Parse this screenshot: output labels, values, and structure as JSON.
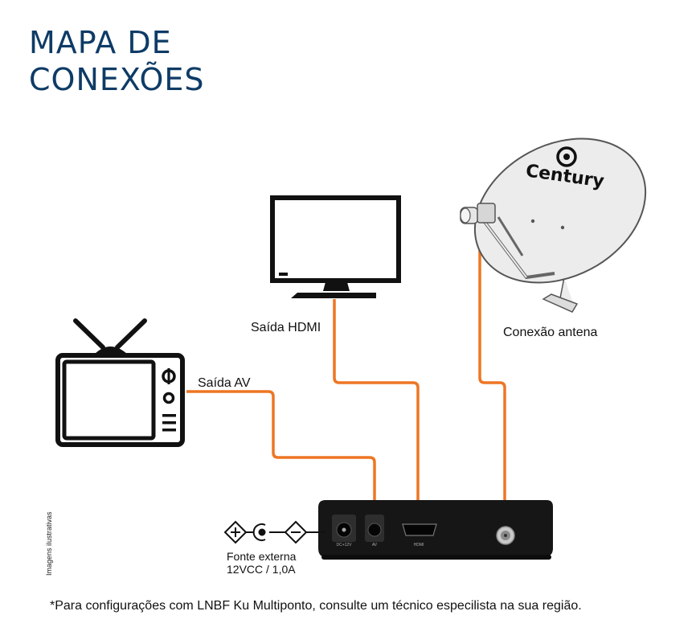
{
  "title": {
    "line1": "MAPA DE",
    "line2": "CONEXÕES"
  },
  "brand": {
    "name": "Century"
  },
  "labels": {
    "hdmi": "Saída HDMI",
    "antenna": "Conexão antena",
    "av": "Saída AV",
    "power_line1": "Fonte externa",
    "power_line2": "12VCC / 1,0A"
  },
  "receiver": {
    "dc_port": "DC+12V",
    "av_port": "AV",
    "hdmi_port": "HDMI"
  },
  "side_note": "Imagens ilustrativas",
  "footnote": "*Para configurações com LNBF Ku Multiponto, consulte um técnico especilista na sua região.",
  "colors": {
    "cable": "#ee7623",
    "title": "#0e3b66",
    "device": "#111111",
    "dish": "#ececec"
  }
}
